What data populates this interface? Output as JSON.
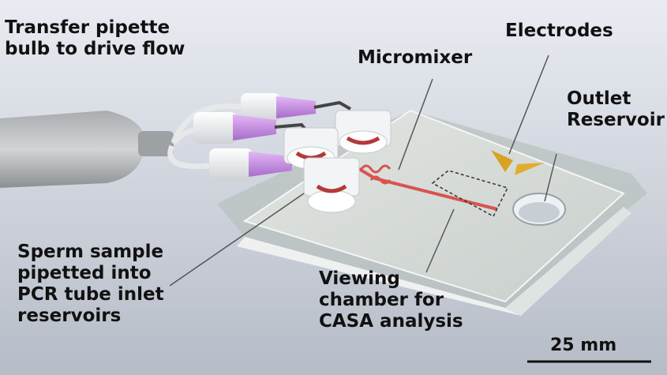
{
  "labels": {
    "pipette_bulb": [
      "Transfer pipette",
      "bulb to drive flow"
    ],
    "micromixer": "Micromixer",
    "electrodes": "Electrodes",
    "outlet": [
      "Outlet",
      "Reservoir"
    ],
    "sperm_sample": [
      "Sperm sample",
      "pipetted into",
      "PCR tube inlet",
      "reservoirs"
    ],
    "viewing_chamber": [
      "Viewing",
      "chamber for",
      "CASA analysis"
    ]
  },
  "scale_bar": {
    "label": "25 mm"
  },
  "colors": {
    "background_top": "#e6e9ef",
    "background_bottom": "#b9bfc9",
    "glass": "#d7dcd9",
    "channel": "#d9534f",
    "purple_tip": "#c98ce8",
    "electrode": "#d8a324"
  }
}
